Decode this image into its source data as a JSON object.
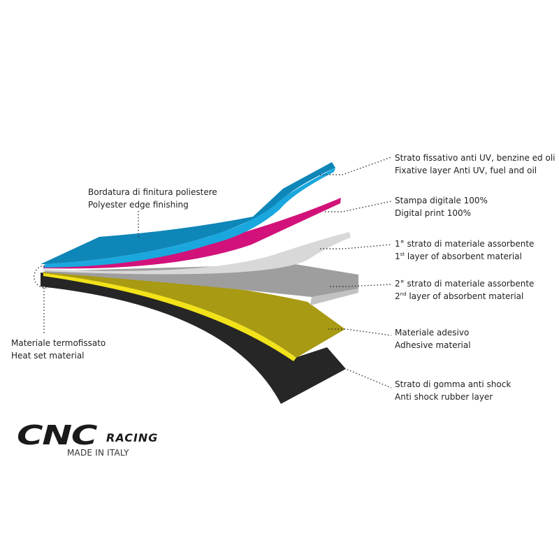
{
  "labels": {
    "uv": {
      "it": "Strato fissativo anti UV, benzine ed oli",
      "en": "Fixative layer Anti UV, fuel and oil"
    },
    "print": {
      "it": "Stampa digitale 100%",
      "en": "Digital print 100%"
    },
    "absorb1": {
      "it": "1° strato di materiale assorbente",
      "en_num": "1",
      "en_sup": "st",
      "en_rest": " layer of absorbent material"
    },
    "absorb2": {
      "it": "2° strato di materiale assorbente",
      "en_num": "2",
      "en_sup": "nd",
      "en_rest": " layer of absorbent material"
    },
    "adhesive": {
      "it": "Materiale adesivo",
      "en": "Adhesive material"
    },
    "rubber": {
      "it": "Strato di gomma anti shock",
      "en": "Anti shock rubber layer"
    },
    "edge": {
      "it": "Bordatura di finitura poliestere",
      "en": "Polyester edge finishing"
    },
    "heat": {
      "it": "Materiale termofissato",
      "en": "Heat set material"
    }
  },
  "brand": {
    "logo": "CNC",
    "sub": "RACING",
    "tagline": "MADE IN ITALY"
  },
  "colors": {
    "blue": "#0f86b8",
    "blue_edge": "#1aa7de",
    "magenta": "#d2127a",
    "light_gray": "#d6d6d6",
    "gray": "#9a9a9a",
    "olive": "#a89a12",
    "yellow": "#f2e21a",
    "black": "#262626"
  }
}
